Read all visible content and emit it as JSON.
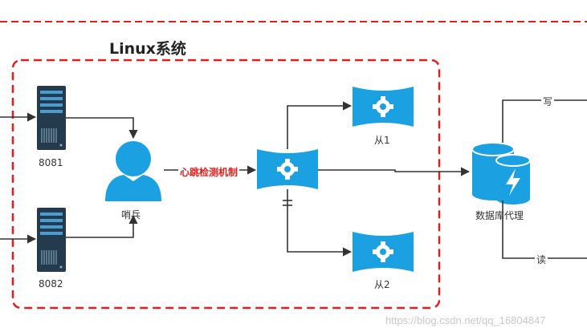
{
  "group": {
    "title": "Linux系统"
  },
  "servers": [
    {
      "label": "8081"
    },
    {
      "label": "8082"
    }
  ],
  "sentinel": {
    "label": "哨兵"
  },
  "edges": {
    "heartbeat": "心跳检测机制",
    "write": "写",
    "read": "读"
  },
  "slaves": [
    {
      "label": "从1"
    },
    {
      "label": "从2"
    }
  ],
  "proxy": {
    "label": "数据库代理"
  },
  "watermark": "https://blog.csdn.net/qq_16804847",
  "colors": {
    "accent": "#1ba1e2",
    "server_body": "#233b4d",
    "group_border": "#e0201e",
    "heartbeat_text": "#e0201e",
    "connector": "#333333"
  }
}
